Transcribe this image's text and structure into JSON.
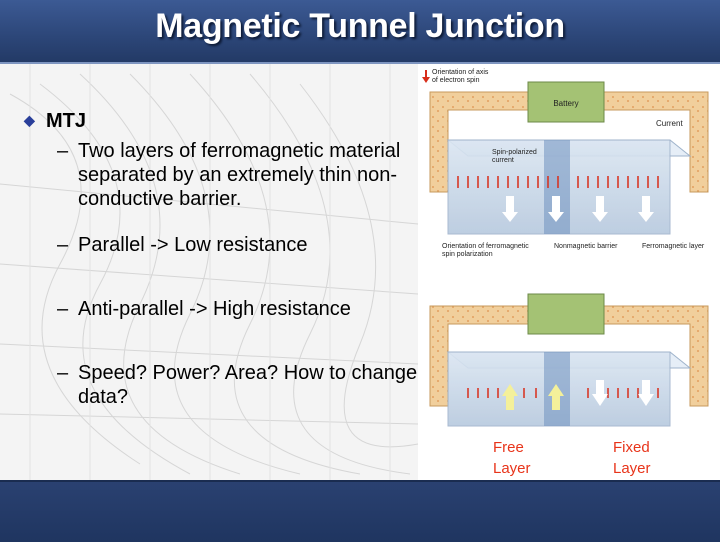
{
  "slide": {
    "title": "Magnetic Tunnel Junction",
    "bullet": "MTJ",
    "subpoints": [
      "Two layers of ferromagnetic material separated by an extremely thin non-conductive barrier.",
      "Parallel -> Low resistance",
      "Anti-parallel -> High resistance",
      "Speed? Power? Area? How to change data?"
    ],
    "dash": "–",
    "diamond": "◆"
  },
  "diagram": {
    "legend": "Orientation of axis of electron spin",
    "battery": "Battery",
    "current": "Current",
    "spin_polarized_current": "Spin-polarized current",
    "orientation_label": "Orientation of ferromagnetic spin polarization",
    "nonmagnetic_barrier": "Nonmagnetic barrier",
    "ferromagnetic_layer": "Ferromagnetic layer",
    "free_layer": "Free Layer",
    "fixed_layer": "Fixed Layer"
  },
  "colors": {
    "title_bar": "#2c4678",
    "label_red": "#e8341a",
    "bullet_diamond": "#2a3f9a",
    "wire_fill": "#f1cf9c",
    "battery_green": "#a4c274"
  }
}
